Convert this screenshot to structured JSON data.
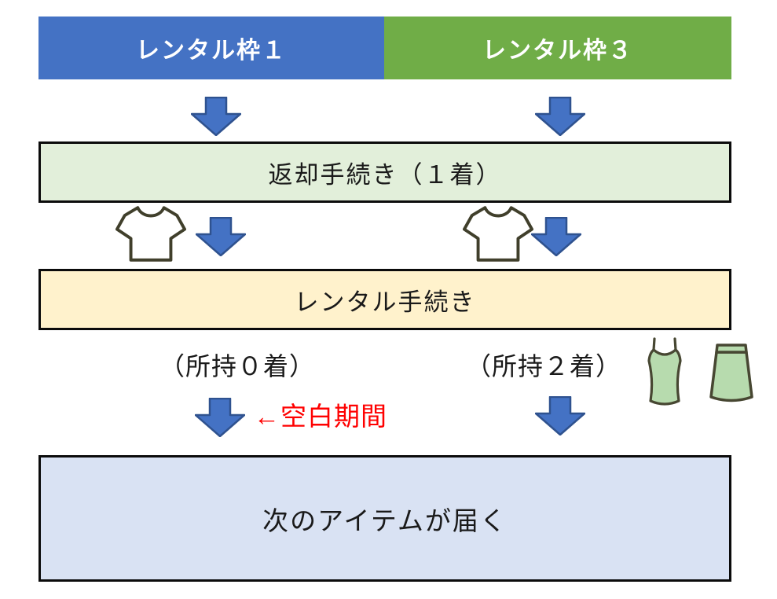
{
  "headers": {
    "slot1": {
      "label": "レンタル枠１",
      "bg": "#4472C4",
      "text_color": "#FFFFFF"
    },
    "slot3": {
      "label": "レンタル枠３",
      "bg": "#70AD47",
      "text_color": "#FFFFFF"
    }
  },
  "steps": {
    "return": {
      "label": "返却手続き（１着）",
      "bg": "#E2EFDA"
    },
    "rental": {
      "label": "レンタル手続き",
      "bg": "#FFF2CC"
    },
    "arrival": {
      "label": "次のアイテムが届く",
      "bg": "#D9E2F3"
    }
  },
  "annotations": {
    "possession_left": "（所持０着）",
    "possession_right": "（所持２着）",
    "blank_period": {
      "label": "←空白期間",
      "color": "#FF0000"
    }
  },
  "icons": {
    "down_arrow": {
      "name": "down-arrow-icon",
      "fill": "#4472C4",
      "stroke": "#2F528F"
    },
    "tshirt": {
      "name": "tshirt-icon",
      "fill": "#FFFFFF",
      "stroke": "#403F2B"
    },
    "camisole": {
      "name": "camisole-icon",
      "fill": "#B7DBAE",
      "stroke": "#474732"
    },
    "skirt": {
      "name": "skirt-icon",
      "fill": "#B7DBAE",
      "stroke": "#474732"
    }
  }
}
